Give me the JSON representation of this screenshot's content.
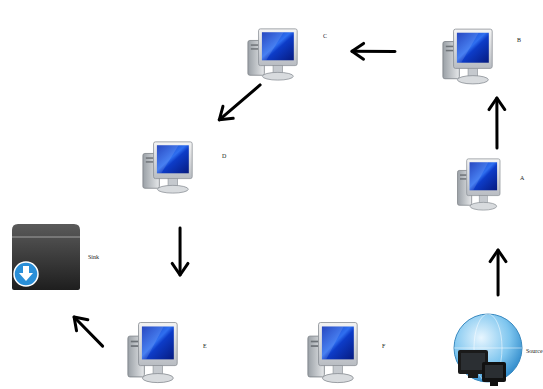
{
  "diagram": {
    "nodes": [
      {
        "text": [
          "C"
        ]
      },
      {
        "text": [
          "B"
        ]
      },
      {
        "text": [
          "D"
        ]
      },
      {
        "text": [
          "A"
        ]
      },
      {
        "text": [
          "Sink"
        ]
      },
      {
        "text": [
          "E"
        ]
      },
      {
        "text": [
          "F"
        ]
      },
      {
        "text": [
          "Source"
        ]
      }
    ],
    "edges": [
      {
        "from": 7,
        "to": 3,
        "arrow": "to"
      },
      {
        "from": 3,
        "to": 1,
        "arrow": "to"
      },
      {
        "from": 1,
        "to": 0,
        "arrow": "to"
      },
      {
        "from": 0,
        "to": 2,
        "arrow": "to"
      },
      {
        "from": 2,
        "to": 5,
        "arrow": "to"
      },
      {
        "from": 5,
        "to": 4,
        "arrow": "to"
      }
    ]
  }
}
